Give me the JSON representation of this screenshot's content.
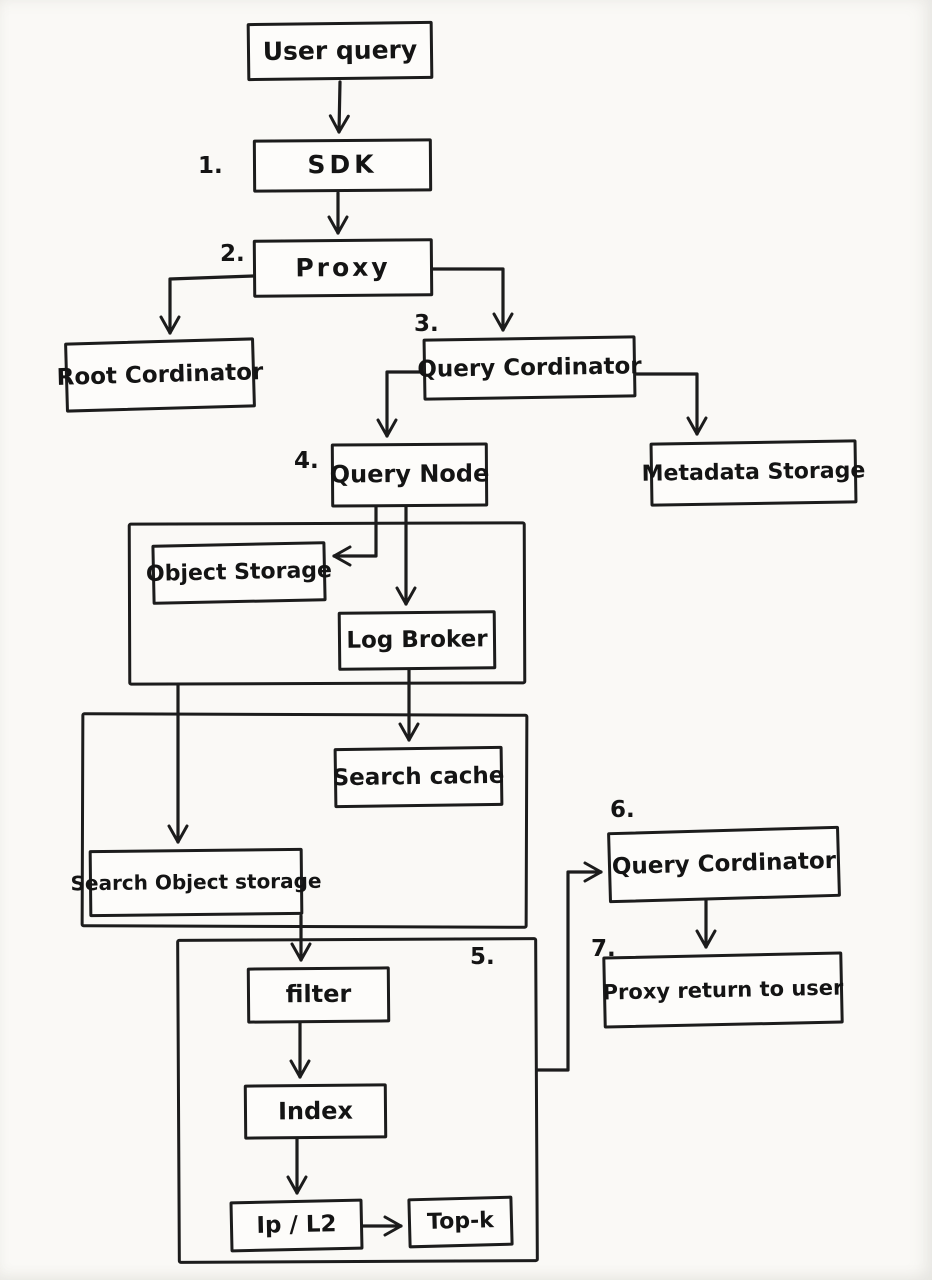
{
  "style": {
    "ink": "#1c1c1c",
    "paper": "#faf9f6"
  },
  "diagram": {
    "nodes": {
      "user_query": {
        "label": "User query"
      },
      "sdk": {
        "label": "SDK"
      },
      "proxy": {
        "label": "Proxy"
      },
      "root_coordinator": {
        "label": "Root Cordinator"
      },
      "query_coordinator": {
        "label": "Query Cordinator"
      },
      "metadata_storage": {
        "label": "Metadata Storage"
      },
      "query_node": {
        "label": "Query Node"
      },
      "object_storage": {
        "label": "Object Storage"
      },
      "log_broker": {
        "label": "Log Broker"
      },
      "search_cache": {
        "label": "Search cache"
      },
      "search_object_storage": {
        "label": "Search Object storage"
      },
      "filter": {
        "label": "filter"
      },
      "index": {
        "label": "Index"
      },
      "ip_l2": {
        "label": "Ip / L2"
      },
      "top_k": {
        "label": "Top-k"
      },
      "query_coordinator_return": {
        "label": "Query Cordinator"
      },
      "proxy_return_to_user": {
        "label": "Proxy return to user"
      }
    },
    "step_labels": {
      "1": "1.",
      "2": "2.",
      "3": "3.",
      "4": "4.",
      "5": "5.",
      "6": "6.",
      "7": "7."
    },
    "edges": [
      {
        "from": "user_query",
        "to": "sdk"
      },
      {
        "from": "sdk",
        "to": "proxy"
      },
      {
        "from": "proxy",
        "to": "root_coordinator"
      },
      {
        "from": "proxy",
        "to": "query_coordinator"
      },
      {
        "from": "query_coordinator",
        "to": "query_node"
      },
      {
        "from": "query_coordinator",
        "to": "metadata_storage"
      },
      {
        "from": "query_node",
        "to": "object_storage"
      },
      {
        "from": "query_node",
        "to": "log_broker"
      },
      {
        "from": "storage_group",
        "to": "search_object_storage"
      },
      {
        "from": "log_broker",
        "to": "search_cache"
      },
      {
        "from": "search_object_storage",
        "to": "filter"
      },
      {
        "from": "filter",
        "to": "index"
      },
      {
        "from": "index",
        "to": "ip_l2"
      },
      {
        "from": "ip_l2",
        "to": "top_k"
      },
      {
        "from": "stage5_group",
        "to": "query_coordinator_return"
      },
      {
        "from": "query_coordinator_return",
        "to": "proxy_return_to_user"
      }
    ]
  }
}
